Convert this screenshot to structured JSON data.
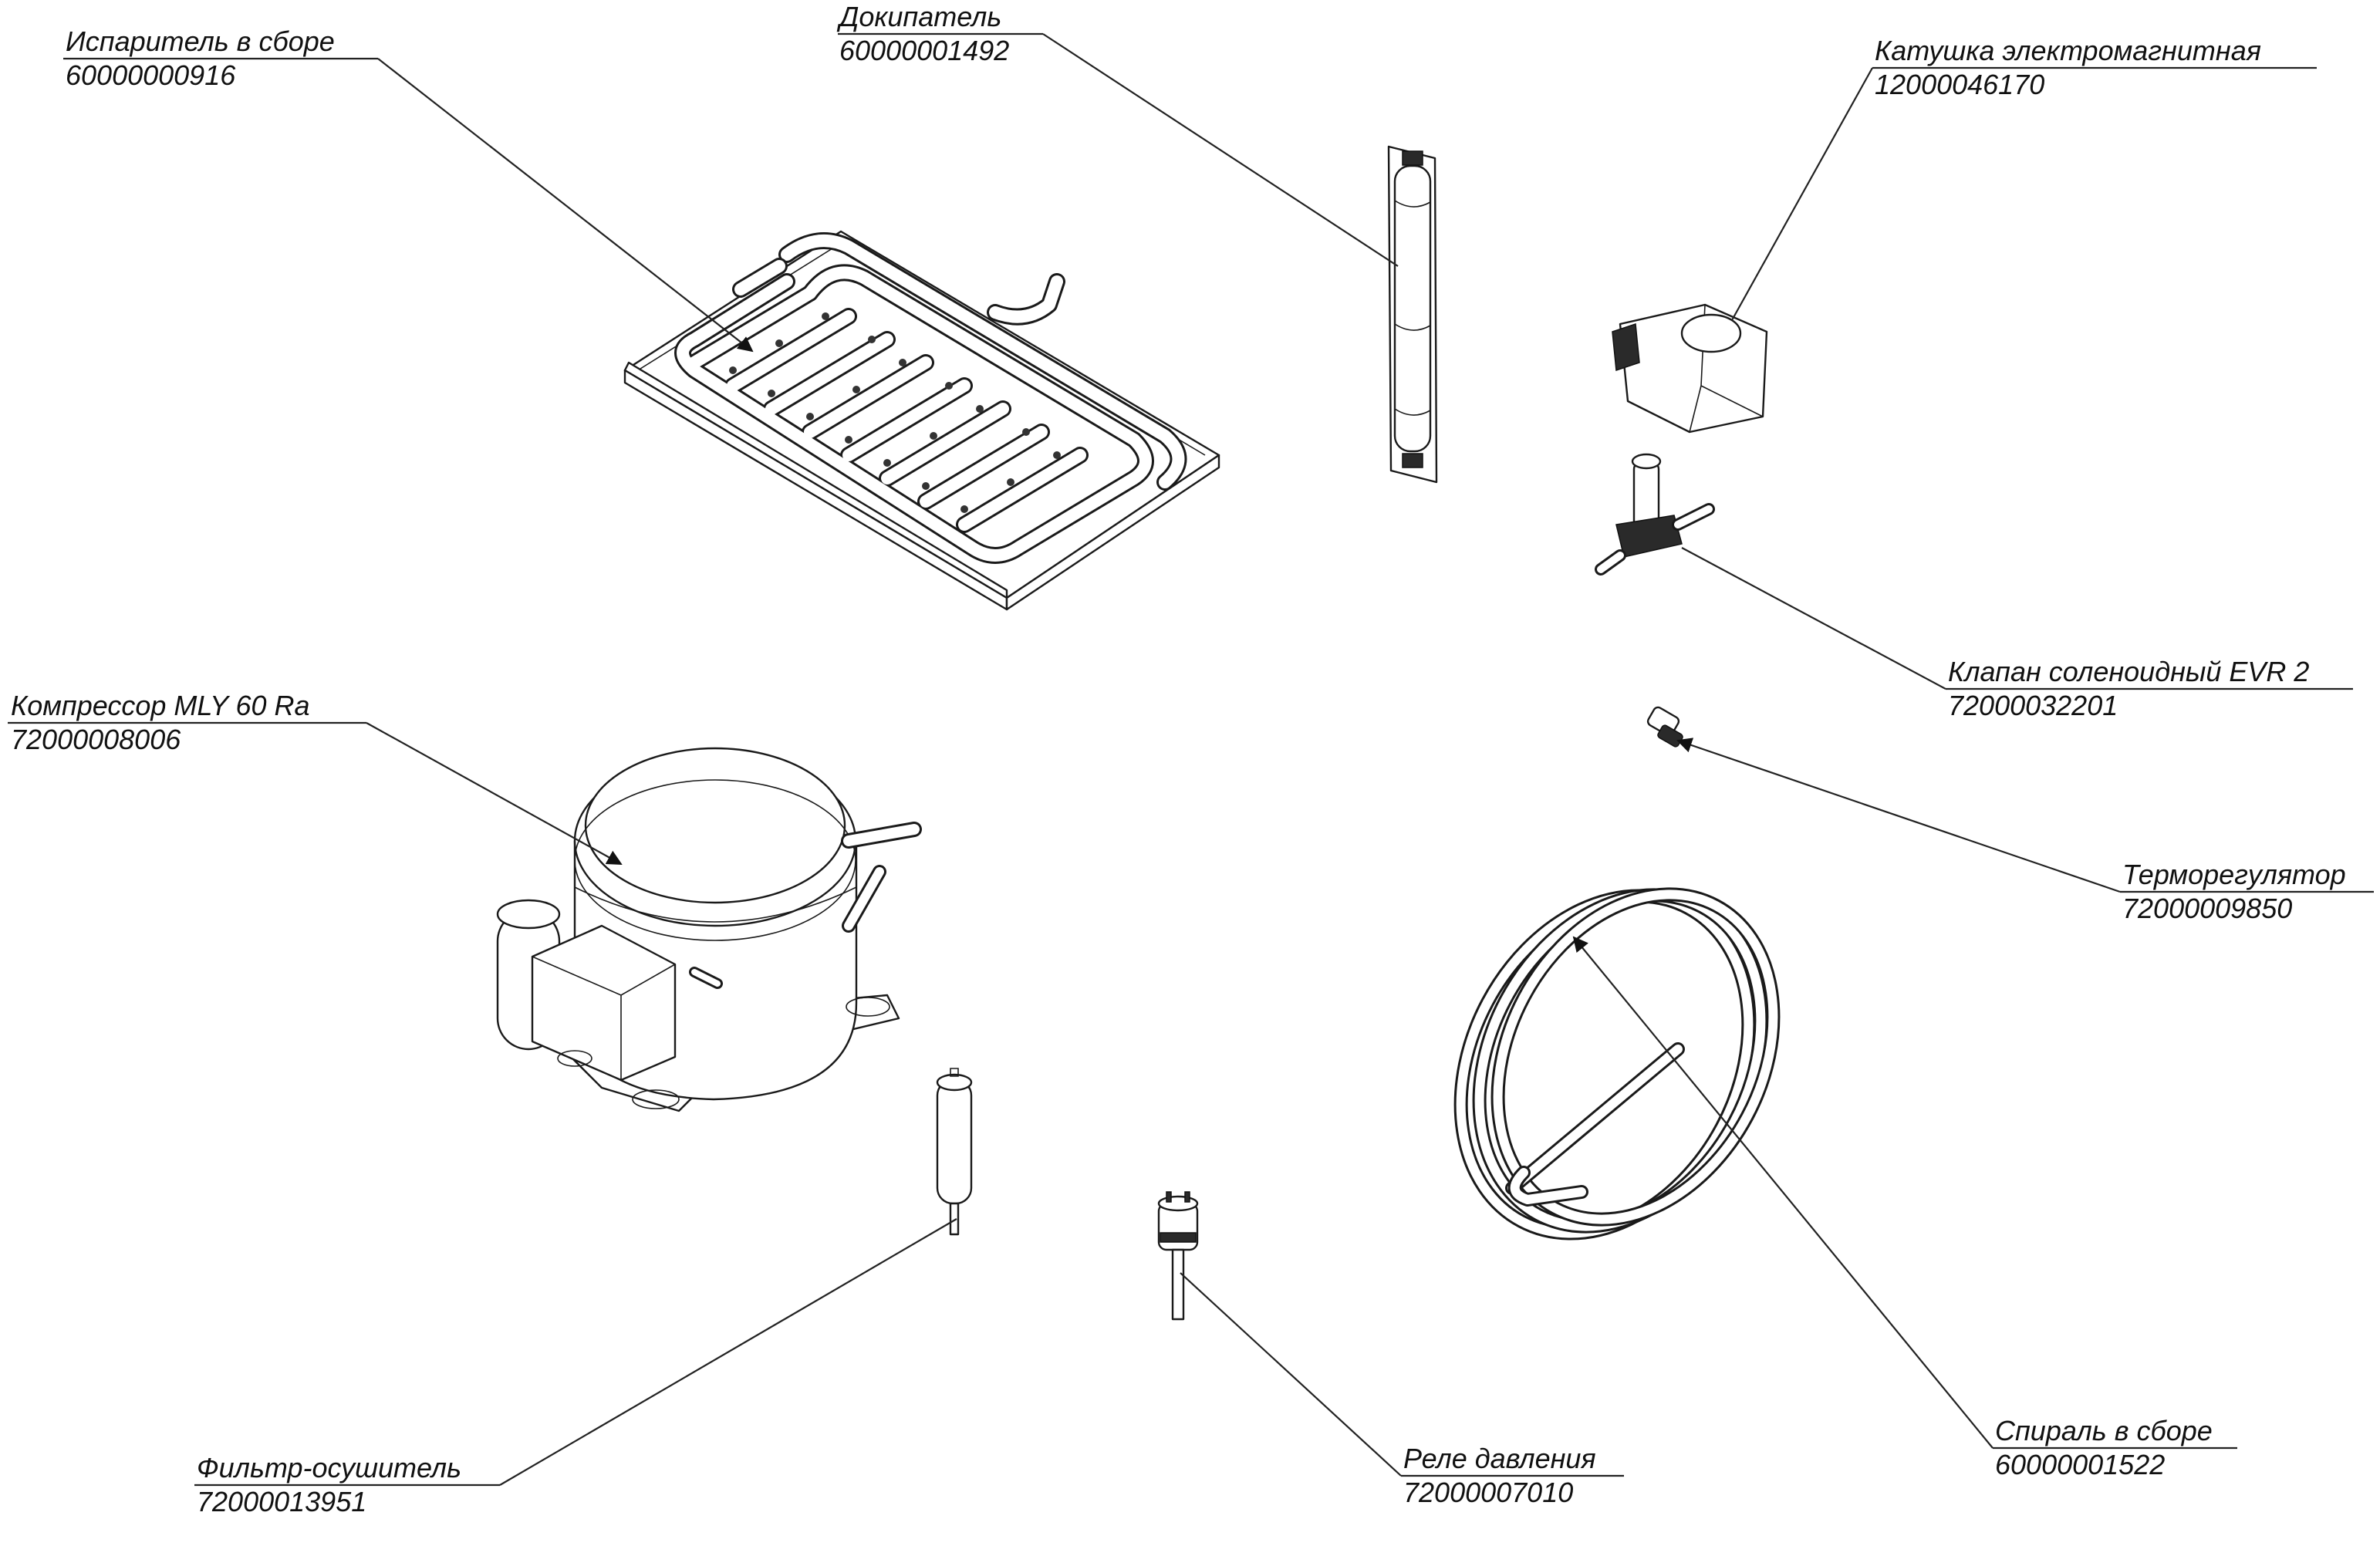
{
  "labels": {
    "evaporator": {
      "name": "Испаритель в сборе",
      "code": "60000000916"
    },
    "reboiler": {
      "name": "Докипатель",
      "code": "60000001492"
    },
    "coil": {
      "name": "Катушка электромагнитная",
      "code": "12000046170"
    },
    "solenoid_valve": {
      "name": "Клапан соленоидный EVR 2",
      "code": "72000032201"
    },
    "compressor": {
      "name": "Компрессор MLY 60 Ra",
      "code": "72000008006"
    },
    "thermostat": {
      "name": "Терморегулятор",
      "code": "72000009850"
    },
    "spiral": {
      "name": "Спираль в сборе",
      "code": "60000001522"
    },
    "pressure_relay": {
      "name": "Реле давления",
      "code": "72000007010"
    },
    "filter_dryer": {
      "name": "Фильтр-осушитель",
      "code": "72000013951"
    }
  }
}
